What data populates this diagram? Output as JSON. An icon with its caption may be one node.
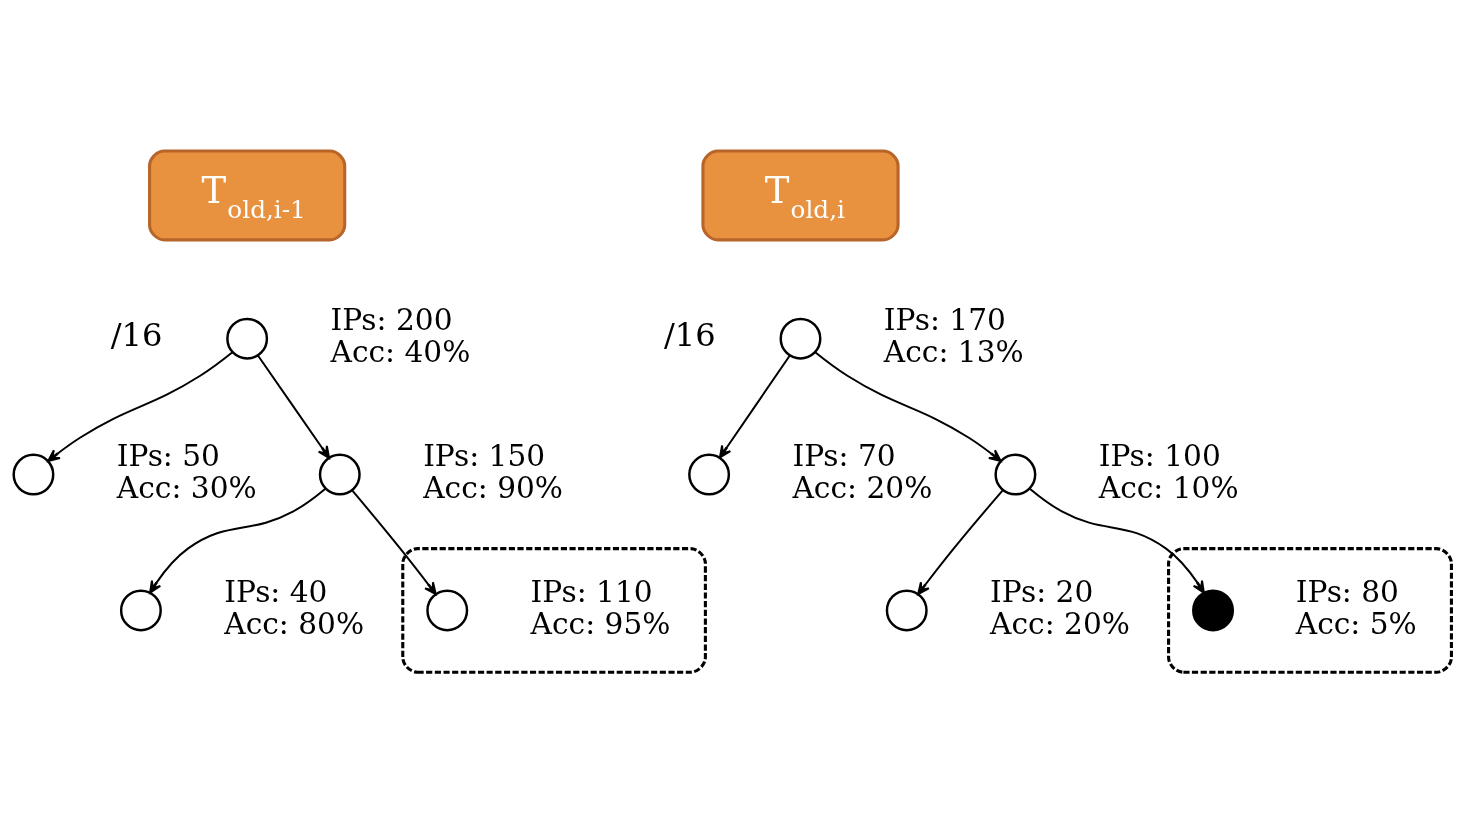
{
  "diagram": {
    "nodes": [
      {
        "text": [
          "T$_{old,i-1}$"
        ]
      },
      {
        "text": [],
        "shape": "circle",
        "beside": [
          "/16",
          "IPs: 200",
          "Acc: 40%"
        ]
      },
      {
        "text": [],
        "shape": "circle",
        "beside": [
          "IPs: 50",
          "Acc: 30%"
        ]
      },
      {
        "text": [],
        "shape": "circle",
        "beside": [
          "IPs: 150",
          "Acc: 90%"
        ]
      },
      {
        "text": [],
        "shape": "circle",
        "beside": [
          "IPs: 40",
          "Acc: 80%"
        ]
      },
      {
        "text": [],
        "shape": "box"
      },
      {
        "text": [],
        "shape": "circle",
        "in": 5,
        "beside": [
          "IPs: 110",
          "Acc: 95%"
        ]
      },
      {
        "text": [
          "T$_{old,i}$"
        ]
      },
      {
        "text": [],
        "shape": "circle",
        "beside": [
          "/16",
          "IPs: 170",
          "Acc: 13%"
        ]
      },
      {
        "text": [],
        "shape": "circle",
        "beside": [
          "IPs: 70",
          "Acc: 20%"
        ]
      },
      {
        "text": [],
        "shape": "circle",
        "beside": [
          "IPs: 100",
          "Acc: 10%"
        ]
      },
      {
        "text": [],
        "shape": "circle",
        "beside": [
          "IPs: 20",
          "Acc: 20%"
        ]
      },
      {
        "text": [],
        "shape": "box"
      },
      {
        "text": [],
        "shape": "dot",
        "in": 12,
        "beside": [
          "IPs: 80",
          "Acc: 5%"
        ]
      }
    ],
    "edges": [
      {
        "from": 1,
        "to": 2,
        "arrow": "to"
      },
      {
        "from": 1,
        "to": 3,
        "arrow": "to"
      },
      {
        "from": 3,
        "to": 4,
        "arrow": "to"
      },
      {
        "from": 3,
        "to": 6,
        "arrow": "to"
      },
      {
        "from": 8,
        "to": 9,
        "arrow": "to"
      },
      {
        "from": 8,
        "to": 10,
        "arrow": "to"
      },
      {
        "from": 10,
        "to": 11,
        "arrow": "to"
      },
      {
        "from": 10,
        "to": 13,
        "arrow": "to"
      }
    ]
  }
}
